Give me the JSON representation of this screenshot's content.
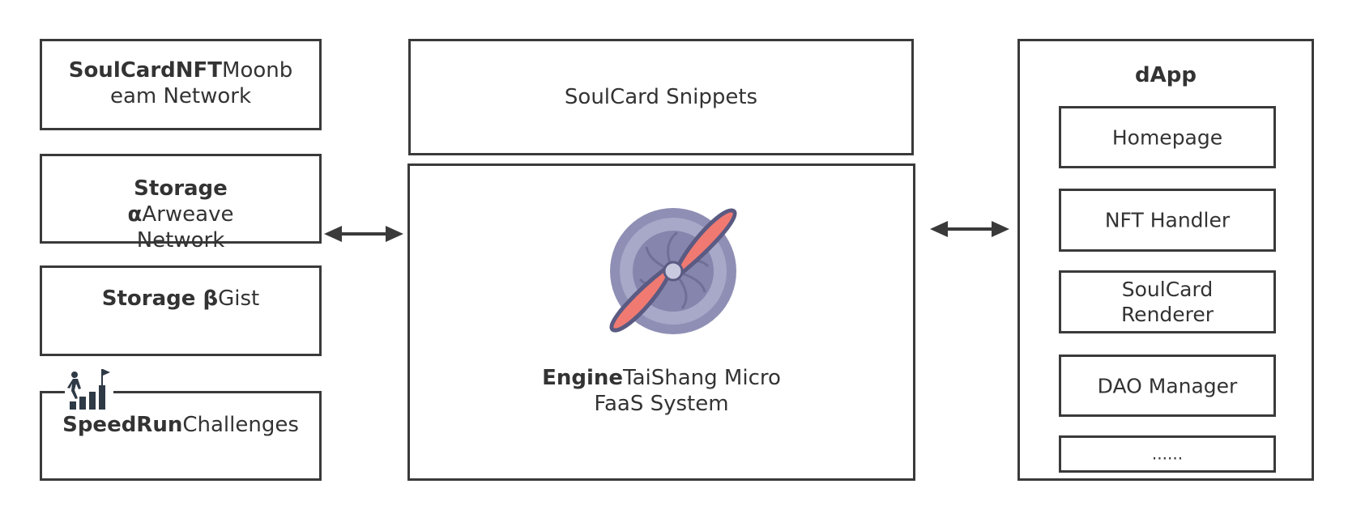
{
  "left_column": {
    "soulcard_nft": {
      "bold": "SoulCardNFT",
      "text": "Moonbeam Network"
    },
    "storage_alpha": {
      "bold": "Storage α",
      "text": "Arweave Network"
    },
    "storage_beta": {
      "bold": "Storage β",
      "text": "Gist"
    },
    "speedrun": {
      "bold": "SpeedRun",
      "text": "Challenges",
      "icon": "stairs-climber-flag-icon"
    }
  },
  "center": {
    "snippets": {
      "text": "SoulCard Snippets"
    },
    "engine": {
      "bold": "Engine",
      "text": "TaiShang Micro FaaS System",
      "icon": "propeller-fan-icon"
    }
  },
  "right": {
    "title": "dApp",
    "items": [
      {
        "label": "Homepage"
      },
      {
        "label": "NFT Handler"
      },
      {
        "label": "SoulCard Renderer"
      },
      {
        "label": "DAO Manager"
      },
      {
        "label": "......"
      }
    ]
  },
  "colors": {
    "border": "#3a3a3a",
    "text": "#333333",
    "fan_body": "#8f8fb5",
    "fan_blade": "#f07a72"
  }
}
